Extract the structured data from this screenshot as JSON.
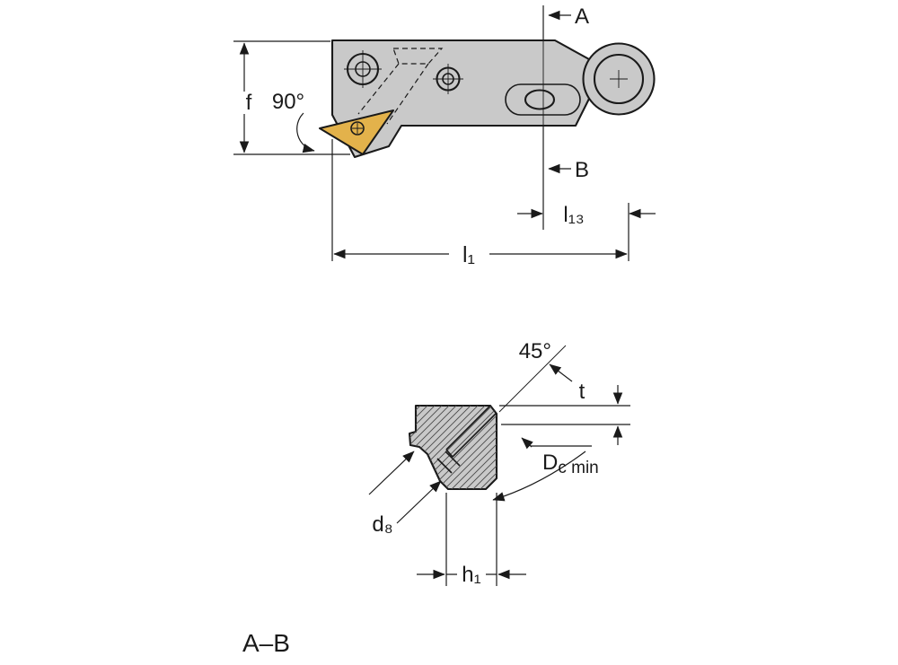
{
  "colors": {
    "body": "#c9c9c9",
    "insert": "#e3b24b",
    "line": "#1a1a1a",
    "hatch": "#4a4a4a",
    "background": "#ffffff"
  },
  "top_view": {
    "section_label_top": "A",
    "section_label_bottom": "B",
    "angle_label": "90°",
    "dim_f": "f",
    "dim_l1": "l₁",
    "dim_l13": "l₁₃"
  },
  "section_view": {
    "angle_label": "45°",
    "dim_t": "t",
    "dim_dc_prefix": "D",
    "dim_dc_subscript": "c min",
    "dim_d8": "d₈",
    "dim_h1": "h₁"
  },
  "caption": "A–B"
}
